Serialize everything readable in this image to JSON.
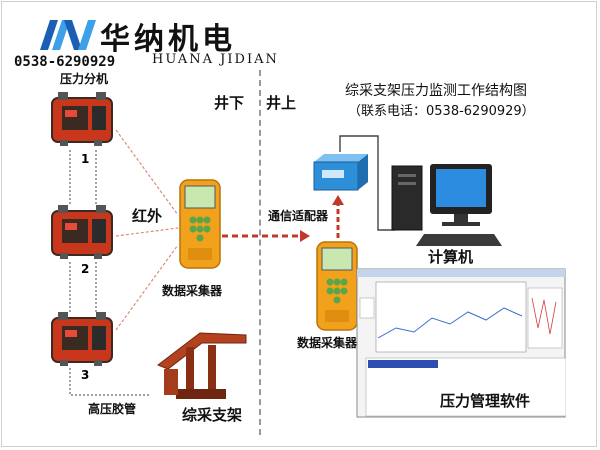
{
  "header": {
    "company_name": "华纳机电",
    "company_pinyin": "HUANA JIDIAN",
    "phone": "0538-6290929"
  },
  "diagram": {
    "title": "综采支架压力监测工作结构图",
    "subtitle": "（联系电话：0538-6290929）",
    "zone_left": "井下",
    "zone_right": "井上",
    "labels": {
      "pressure_extension": "压力分机",
      "node1": "1",
      "node2": "2",
      "node3": "3",
      "infrared": "红外",
      "collector_left": "数据采集器",
      "collector_right": "数据采集器",
      "adapter": "通信适配器",
      "computer": "计算机",
      "software": "压力管理软件",
      "hose": "高压胶管",
      "support": "综采支架"
    }
  },
  "colors": {
    "device_red": "#c8361b",
    "device_dark": "#3a2a22",
    "collector_orange": "#f2a11c",
    "arrow_red": "#c0392b",
    "adapter_blue": "#2d8fd8",
    "divider": "#999999"
  }
}
